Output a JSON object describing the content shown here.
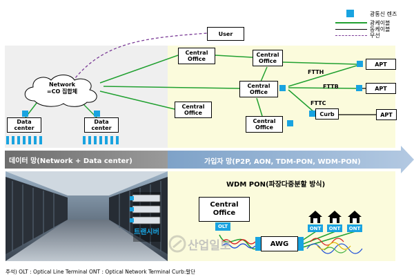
{
  "legend": {
    "lens": "광통신 렌즈",
    "fiber": "광케이블",
    "copper": "동케이블",
    "wireless": "무선",
    "colors": {
      "lens": "#19a3e0",
      "fiber": "#20a030",
      "copper": "#000000",
      "wireless": "#7a3a96"
    }
  },
  "nodes": {
    "user": "User",
    "network": "Network\n=CO 집합체",
    "datacenter": "Data\ncenter",
    "central_office": "Central\nOffice",
    "apt": "APT",
    "curb": "Curb"
  },
  "links": {
    "ftth": "FTTH",
    "fttb": "FTTB",
    "fttc": "FTTC"
  },
  "banner": {
    "left": "데이터 망(Network + Data center)",
    "right": "가입자 망(P2P, AON, TDM-PON, WDM-PON)"
  },
  "wdm": {
    "title": "WDM PON(파장다중분할 방식)",
    "central_office": "Central\nOffice",
    "olt": "OLT",
    "awg": "AWG",
    "ont": "ONT",
    "transceiver": "트랜시버",
    "watermark": "산업일보"
  },
  "footnote": "주석) OLT : Optical Line Terminal  ONT : Optical Network Terminal   Curb:말단"
}
